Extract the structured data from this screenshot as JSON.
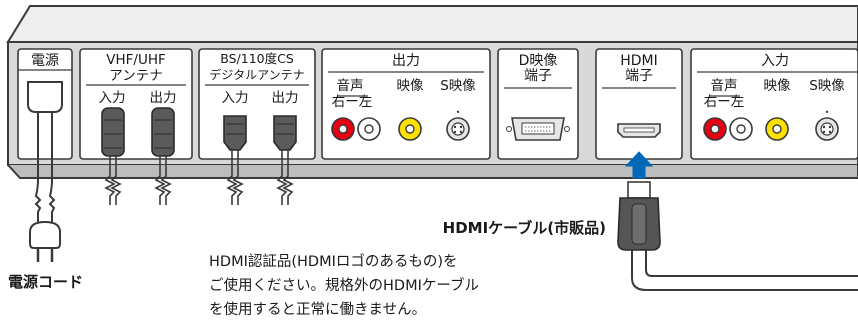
{
  "panel": {
    "sections": [
      {
        "id": "power",
        "title": "電源"
      },
      {
        "id": "vhf",
        "title": "VHF/UHF",
        "subtitle": "アンテナ",
        "ports": [
          "入力",
          "出力"
        ]
      },
      {
        "id": "bs",
        "title": "BS/110度CS",
        "subtitle": "デジタルアンテナ",
        "ports": [
          "入力",
          "出力"
        ]
      },
      {
        "id": "output",
        "title": "出力",
        "sub": [
          "音声",
          "映像",
          "S映像"
        ],
        "lr": "右ー左"
      },
      {
        "id": "d",
        "title": "D映像",
        "subtitle": "端子"
      },
      {
        "id": "hdmi",
        "title": "HDMI",
        "subtitle": "端子"
      },
      {
        "id": "input",
        "title": "入力",
        "sub": [
          "音声",
          "映像",
          "S映像"
        ],
        "lr": "右ー左"
      }
    ]
  },
  "labels": {
    "power_cord": "電源コード",
    "hdmi_cable": "HDMIケーブル(市販品)",
    "note_lines": [
      "HDMI認証品(HDMIロゴのあるもの)を",
      "ご使用ください。規格外のHDMIケーブル",
      "を使用すると正常に働きません。"
    ]
  },
  "colors": {
    "panel_fill": "#d9d9d9",
    "panel_top": "#ececec",
    "section_fill": "#ffffff",
    "outline": "#3a3a3a",
    "jack_red": "#e60012",
    "jack_yellow": "#ffe100",
    "arrow_blue": "#0068b7",
    "cable_dark": "#555555"
  }
}
